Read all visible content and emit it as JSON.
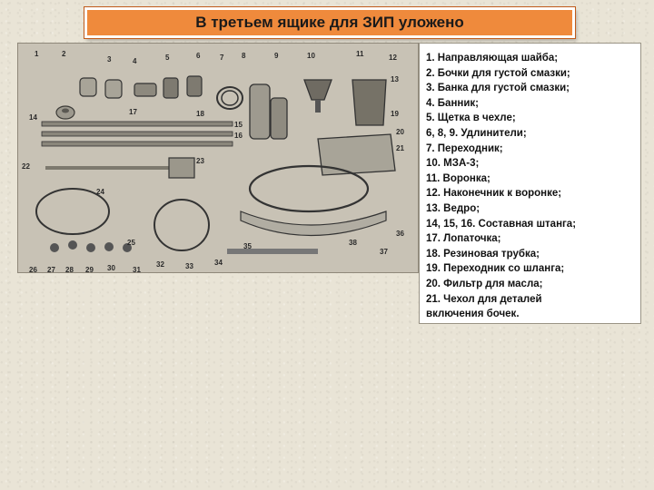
{
  "slide": {
    "title": "В третьем ящике для ЗИП уложено",
    "legend_items": [
      "1. Направляющая шайба;",
      "2. Бочки для густой смазки;",
      "3. Банка для густой смазки;",
      "4. Банник;",
      "5. Щетка в чехле;",
      "6, 8, 9. Удлинители;",
      "7. Переходник;",
      "10. МЗА-3;",
      "11. Воронка;",
      "12. Наконечник к воронке;",
      "13. Ведро;",
      "14, 15, 16. Составная штанга;",
      "17. Лопаточка;",
      "18. Резиновая трубка;",
      "19. Переходник со шланга;",
      "20. Фильтр для масла;",
      "21. Чехол для деталей",
      "включения бочек."
    ],
    "figure_labels": [
      "1",
      "2",
      "3",
      "4",
      "5",
      "6",
      "7",
      "8",
      "9",
      "10",
      "11",
      "12",
      "13",
      "14",
      "15",
      "16",
      "17",
      "18",
      "19",
      "20",
      "21",
      "22",
      "23",
      "24",
      "25",
      "26",
      "27",
      "28",
      "29",
      "30",
      "31",
      "32",
      "33",
      "34",
      "35",
      "36",
      "37",
      "38"
    ],
    "colors": {
      "title_bg": "#ef8a3c",
      "title_border": "#ffffff",
      "slide_bg": "#e9e4d6",
      "legend_bg": "#ffffff"
    }
  }
}
